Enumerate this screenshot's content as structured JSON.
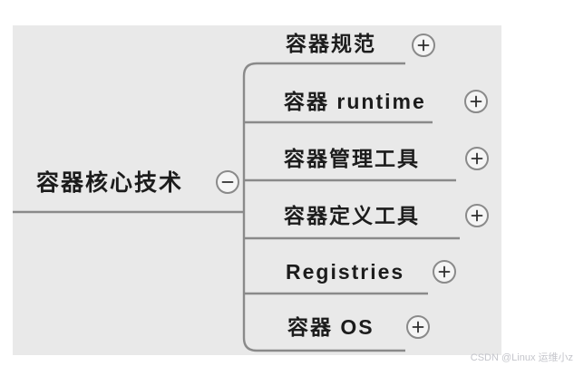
{
  "app": {
    "kind": "mindmap-editor"
  },
  "colors": {
    "page_bg": "#ffffff",
    "canvas_bg": "#e9e9e9",
    "line": "#8a8a8a",
    "text": "#1c1c1c",
    "button_fill": "#f5f5f5",
    "button_glyph": "#2e2e2e",
    "watermark": "#c4c5cb"
  },
  "root": {
    "label": "容器核心技术",
    "collapse_button": "minus"
  },
  "branches": [
    {
      "label": "容器规范",
      "expand_button": "plus"
    },
    {
      "label": "容器 runtime",
      "expand_button": "plus"
    },
    {
      "label": "容器管理工具",
      "expand_button": "plus"
    },
    {
      "label": "容器定义工具",
      "expand_button": "plus"
    },
    {
      "label": "Registries",
      "expand_button": "plus"
    },
    {
      "label": "容器 OS",
      "expand_button": "plus"
    }
  ],
  "watermark": {
    "text": "CSDN @Linux 运维小z"
  }
}
